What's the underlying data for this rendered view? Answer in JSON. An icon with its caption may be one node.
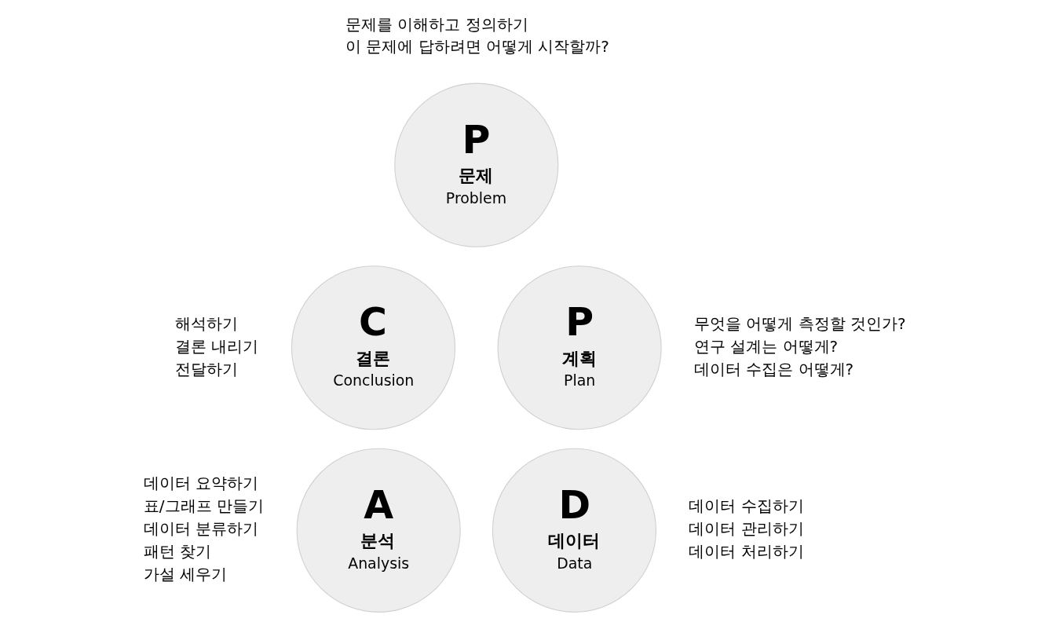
{
  "diagram": {
    "nodes": [
      {
        "text": [
          "P",
          "문제",
          "Problem"
        ],
        "beside": [
          "문제를 이해하고 정의하기",
          "이 문제에 답하려면 어떻게 시작할까?"
        ]
      },
      {
        "text": [
          "P",
          "계획",
          "Plan"
        ],
        "beside": [
          "무엇을 어떻게 측정할 것인가?",
          "연구 설계는 어떻게?",
          "데이터 수집은 어떻게?"
        ]
      },
      {
        "text": [
          "D",
          "데이터",
          "Data"
        ],
        "beside": [
          "데이터 수집하기",
          "데이터 관리하기",
          "데이터 처리하기"
        ]
      },
      {
        "text": [
          "A",
          "분석",
          "Analysis"
        ],
        "beside": [
          "데이터 요약하기",
          "표/그래프 만들기",
          "데이터 분류하기",
          "패턴 찾기",
          "가설 세우기"
        ]
      },
      {
        "text": [
          "C",
          "결론",
          "Conclusion"
        ],
        "beside": [
          "해석하기",
          "결론 내리기",
          "전달하기"
        ]
      }
    ],
    "edges": []
  }
}
